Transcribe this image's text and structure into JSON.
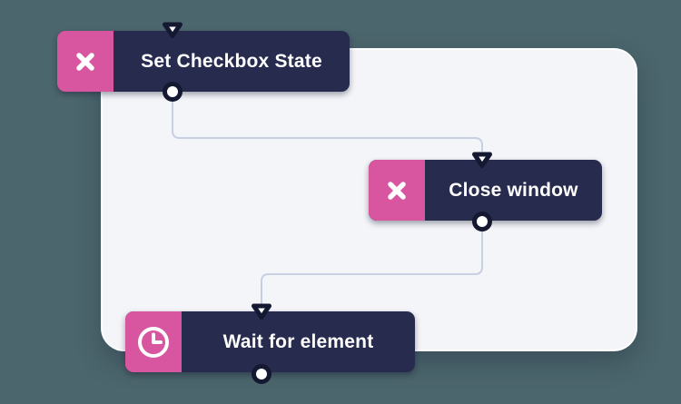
{
  "canvas": {
    "background_color": "#4c666d",
    "panel_color": "#f4f5f9",
    "panel_border_color": "#ffffff"
  },
  "theme": {
    "node_color": "#272c4f",
    "accent_pink": "#d8559f",
    "port_outline_color": "#141931",
    "port_fill_color": "#ffffff",
    "connector_color": "#c9cfe3",
    "label_text_color": "#ffffff"
  },
  "nodes": [
    {
      "id": "node-1",
      "label": "Set Checkbox State",
      "icon": "close-icon"
    },
    {
      "id": "node-2",
      "label": "Close window",
      "icon": "close-icon"
    },
    {
      "id": "node-3",
      "label": "Wait for element",
      "icon": "clock-icon"
    }
  ],
  "connectors": [
    {
      "from": "node-1",
      "to": "node-2"
    },
    {
      "from": "node-2",
      "to": "node-3"
    }
  ]
}
